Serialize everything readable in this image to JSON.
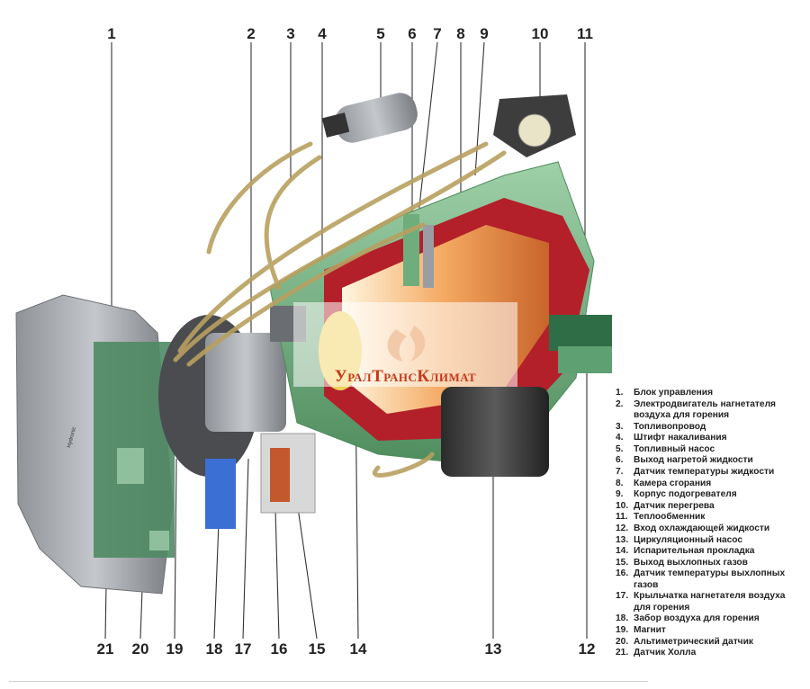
{
  "callouts": [
    "1",
    "2",
    "3",
    "4",
    "5",
    "6",
    "7",
    "8",
    "9",
    "10",
    "11",
    "12",
    "13",
    "14",
    "15",
    "16",
    "17",
    "18",
    "19",
    "20",
    "21"
  ],
  "legend": [
    {
      "n": "1.",
      "t": "Блок управления"
    },
    {
      "n": "2.",
      "t": "Электродвигатель нагнетателя воздуха для горения"
    },
    {
      "n": "3.",
      "t": "Топливопровод"
    },
    {
      "n": "4.",
      "t": "Штифт накаливания"
    },
    {
      "n": "5.",
      "t": "Топливный насос"
    },
    {
      "n": "6.",
      "t": "Выход нагретой жидкости"
    },
    {
      "n": "7.",
      "t": "Датчик температуры жидкости"
    },
    {
      "n": "8.",
      "t": "Камера сгорания"
    },
    {
      "n": "9.",
      "t": "Корпус подогревателя"
    },
    {
      "n": "10.",
      "t": "Датчик перегрева"
    },
    {
      "n": "11.",
      "t": "Теплообменник"
    },
    {
      "n": "12.",
      "t": "Вход охлаждающей жидкости"
    },
    {
      "n": "13.",
      "t": "Циркуляционный насос"
    },
    {
      "n": "14.",
      "t": "Испарительная прокладка"
    },
    {
      "n": "15.",
      "t": "Выход выхлопных газов"
    },
    {
      "n": "16.",
      "t": "Датчик температуры выхлопных газов"
    },
    {
      "n": "17.",
      "t": "Крыльчатка нагнетателя воздуха для горения"
    },
    {
      "n": "18.",
      "t": "Забор воздуха для горения"
    },
    {
      "n": "19.",
      "t": "Магнит"
    },
    {
      "n": "20.",
      "t": "Альтиметрический датчик"
    },
    {
      "n": "21.",
      "t": "Датчик Холла"
    }
  ],
  "watermark": "УралТрансКлимат",
  "unit_label": "Hydronic",
  "colors": {
    "housing_grey": "#9a9ea3",
    "heat_exchanger_green": "#6fae7c",
    "combustion_red": "#b3202a",
    "flame_orange": "#f0a45a",
    "fuel_line": "#b8a060",
    "pump_dark": "#3b3b3b",
    "board_green": "#4f8a64",
    "blue_intake": "#3b6fd4",
    "logo_red": "#c23a1a"
  }
}
